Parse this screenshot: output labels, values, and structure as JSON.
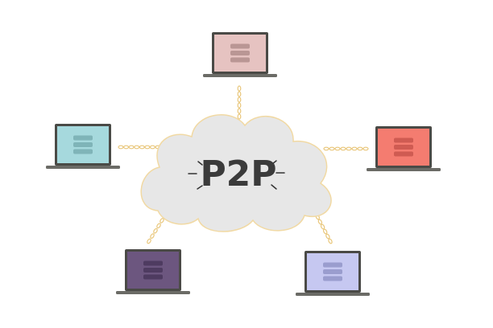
{
  "diagram": {
    "center_label": "P2P",
    "colors": {
      "cloud_fill": "#e7e7e7",
      "cloud_outline": "#f1d9a3",
      "link": "#e9c77c",
      "laptop_frame": "#4a4a46",
      "laptop_base": "#6b6b66",
      "rays": "#333333"
    },
    "peers": [
      {
        "id": "top",
        "screen_color": "#e6c3c1",
        "bars_color": "#b99694"
      },
      {
        "id": "left",
        "screen_color": "#a6d9dd",
        "bars_color": "#7fb4b8"
      },
      {
        "id": "right",
        "screen_color": "#f47c70",
        "bars_color": "#cf5b52"
      },
      {
        "id": "bottom-left",
        "screen_color": "#6c567f",
        "bars_color": "#4e3b60"
      },
      {
        "id": "bottom-right",
        "screen_color": "#c6c8f1",
        "bars_color": "#9a9dce"
      }
    ]
  }
}
